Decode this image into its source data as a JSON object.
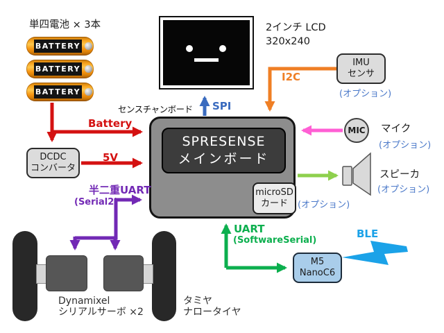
{
  "title": "単四電池 × 3本",
  "battery": {
    "label": "単四電池 × 3本",
    "cell_text": "BATTERY",
    "count": 3
  },
  "dcdc": {
    "line1": "DCDC",
    "line2": "コンバータ"
  },
  "board": {
    "label": "センスチャンボード",
    "core_line1": "SPRESENSE",
    "core_line2": "メインボード",
    "microsd_line1": "microSD",
    "microsd_line2": "カード",
    "microsd_option": "(オプション)"
  },
  "lcd": {
    "line1": "2インチ LCD",
    "line2": "320x240"
  },
  "imu": {
    "line1": "IMU",
    "line2": "センサ",
    "option": "(オプション)"
  },
  "mic": {
    "icon_text": "MIC",
    "name": "マイク",
    "option": "(オプション)"
  },
  "speaker": {
    "name": "スピーカ",
    "option": "(オプション)"
  },
  "m5": {
    "line1": "M5",
    "line2": "NanoC6"
  },
  "servos": {
    "line1": "Dynamixel",
    "line2": "シリアルサーボ ×2"
  },
  "tires": {
    "line1": "タミヤ",
    "line2": "ナロータイヤ"
  },
  "connections": {
    "battery": "Battery",
    "v5": "5V",
    "half_duplex_uart": "半二重UART",
    "serial2": "(Serial2)",
    "spi": "SPI",
    "i2c": "I2C",
    "uart": "UART",
    "software_serial": "(SoftwareSerial)",
    "ble": "BLE"
  },
  "colors": {
    "power_red": "#d41111",
    "uart_purple": "#7229b5",
    "spi_blue": "#3a6bbf",
    "i2c_orange": "#ef7f25",
    "mic_pink": "#ff5fd4",
    "speaker_green": "#8ed04d",
    "uart_green": "#0caf4e",
    "ble_cyan": "#1ba2e8",
    "option_blue": "#4b79c9"
  }
}
